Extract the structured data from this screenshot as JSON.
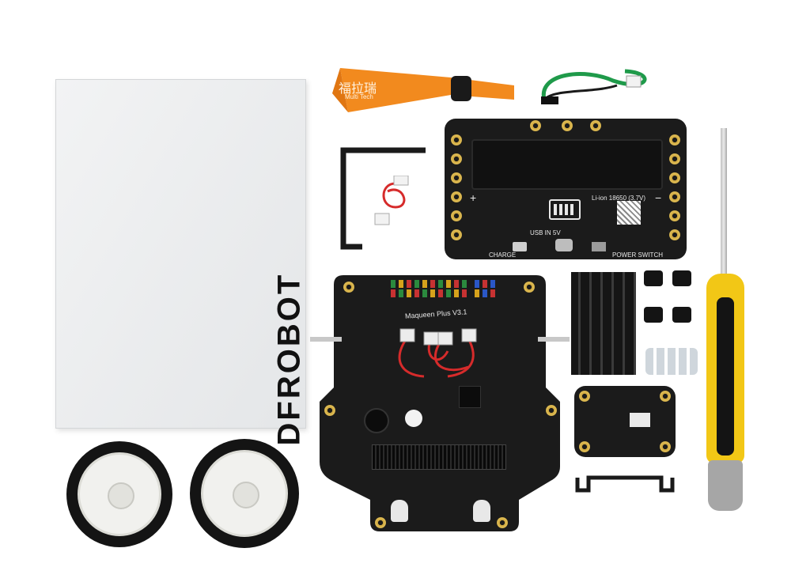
{
  "box": {
    "brand_text": "DFROBOT"
  },
  "lanyard": {
    "text": "福拉瑞",
    "subtext": "Multi Tech"
  },
  "battery_board": {
    "battery_label": "Li-ion 18650 (3.7V)",
    "usb_label": "USB IN 5V",
    "charge_label": "CHARGE",
    "power_label": "POWER SWITCH",
    "plus": "+",
    "minus": "−"
  },
  "main_board": {
    "model_label": "Maqueen Plus V3.1"
  },
  "colors": {
    "pcb": "#1b1b1b",
    "gold_pad": "#d4af45",
    "lanyard": "#f28a1e",
    "screwdriver_yellow": "#f2c716",
    "wire_red": "#d62b2b",
    "wire_green": "#1f9a4a"
  }
}
